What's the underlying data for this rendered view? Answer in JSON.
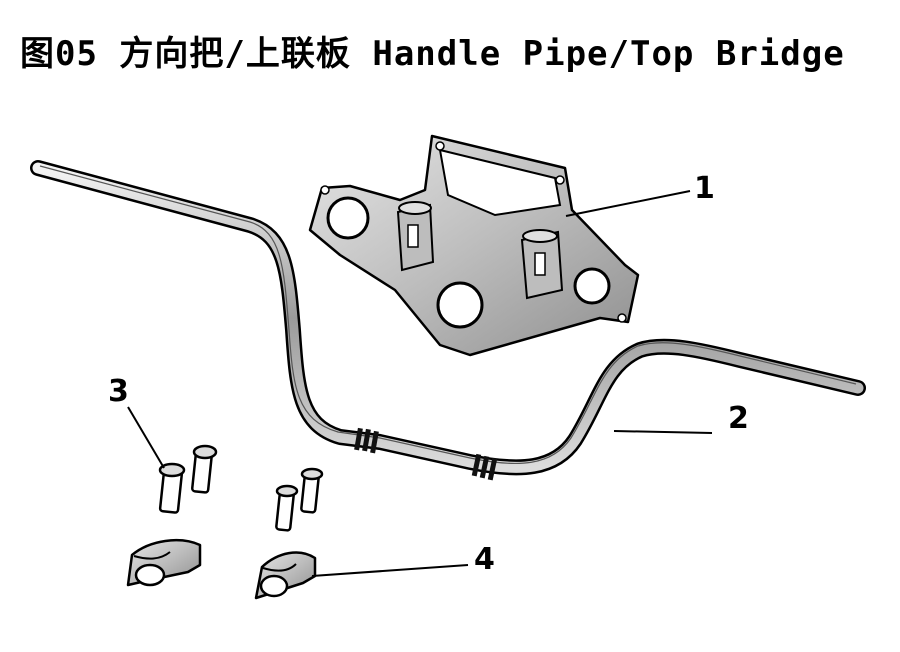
{
  "title": "图05 方向把/上联板 Handle Pipe/Top Bridge",
  "callouts": {
    "c1": "1",
    "c2": "2",
    "c3": "3",
    "c4": "4"
  },
  "parts": [
    {
      "number": "1",
      "icon": "top-bridge"
    },
    {
      "number": "2",
      "icon": "handle-pipe"
    },
    {
      "number": "3",
      "icon": "bolt"
    },
    {
      "number": "4",
      "icon": "handlebar-clamp"
    }
  ],
  "colors": {
    "line": "#000000",
    "metal": "#c9c9c9",
    "metal_dark": "#8a8a8a",
    "background": "#ffffff"
  }
}
